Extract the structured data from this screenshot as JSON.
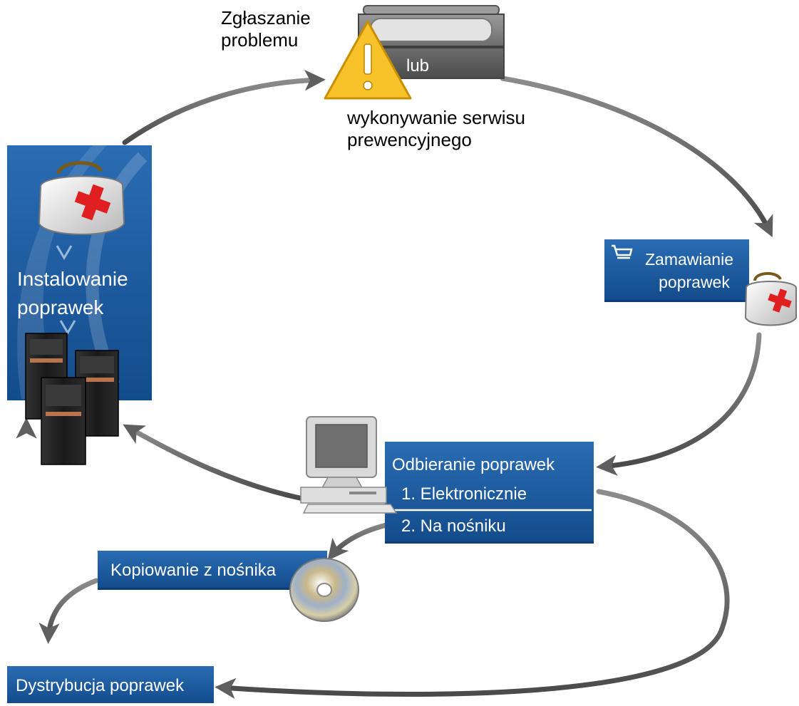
{
  "labels": {
    "report_problem_line1": "Zgłaszanie",
    "report_problem_line2": "problemu",
    "or": "lub",
    "preventive_line1": "wykonywanie serwisu",
    "preventive_line2": "prewencyjnego",
    "order_fixes_line1": "Zamawianie",
    "order_fixes_line2": "poprawek",
    "install_fixes_line1": "Instalowanie",
    "install_fixes_line2": "poprawek",
    "receive_fixes_title": "Odbieranie poprawek",
    "receive_option_1": "1. Elektronicznie",
    "receive_option_2": "2. Na nośniku",
    "copy_from_media": "Kopiowanie z nośnika",
    "distribute_fixes": "Dystrybucja poprawek"
  },
  "icons": {
    "warning": "warning-triangle-icon",
    "toolbox": "toolbox-icon",
    "medical_bag": "medical-bag-icon",
    "cart": "shopping-cart-icon",
    "computer": "computer-icon",
    "cd": "cd-disc-icon",
    "servers": "server-towers-icon"
  },
  "colors": {
    "box_blue": "#1a5a9e",
    "arrow_gray": "#5a5a5a",
    "warning_yellow": "#f7c22a",
    "cross_red": "#e02020"
  }
}
